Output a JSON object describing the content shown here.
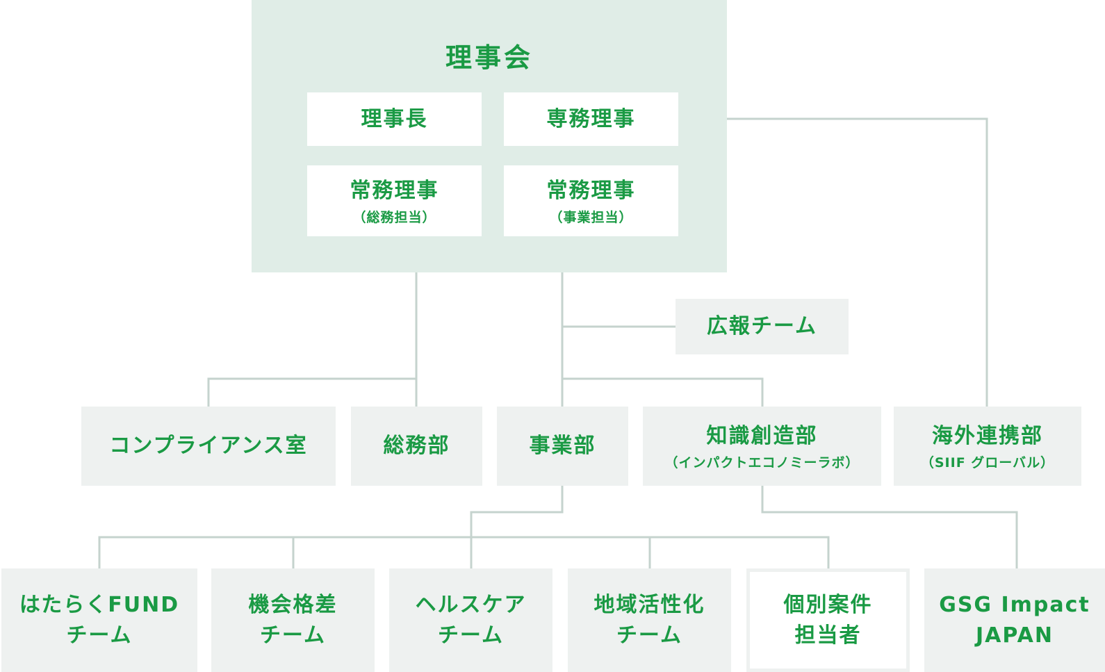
{
  "board": {
    "title": "理事会",
    "chairman": "理事長",
    "executive_director": "専務理事",
    "managing_admin": {
      "title": "常務理事",
      "note": "（総務担当）"
    },
    "managing_business": {
      "title": "常務理事",
      "note": "（事業担当）"
    }
  },
  "pr_team": "広報チーム",
  "departments": {
    "compliance": "コンプライアンス室",
    "general_affairs": "総務部",
    "business": "事業部",
    "knowledge": {
      "title": "知識創造部",
      "note": "（インパクトエコノミーラボ）"
    },
    "global": {
      "title": "海外連携部",
      "note": "（SIIF グローバル）"
    }
  },
  "teams": {
    "hataraku": {
      "line1": "はたらくFUND",
      "line2": "チーム"
    },
    "opportunity": {
      "line1": "機会格差",
      "line2": "チーム"
    },
    "healthcare": {
      "line1": "ヘルスケア",
      "line2": "チーム"
    },
    "regional": {
      "line1": "地域活性化",
      "line2": "チーム"
    },
    "individual": {
      "line1": "個別案件",
      "line2": "担当者"
    },
    "gsg": {
      "line1": "GSG Impact",
      "line2": "JAPAN"
    }
  },
  "colors": {
    "text_green": "#1a9a44",
    "board_bg": "#e0ede7",
    "box_grey": "#eef1f0",
    "line": "#c5d3ce"
  }
}
